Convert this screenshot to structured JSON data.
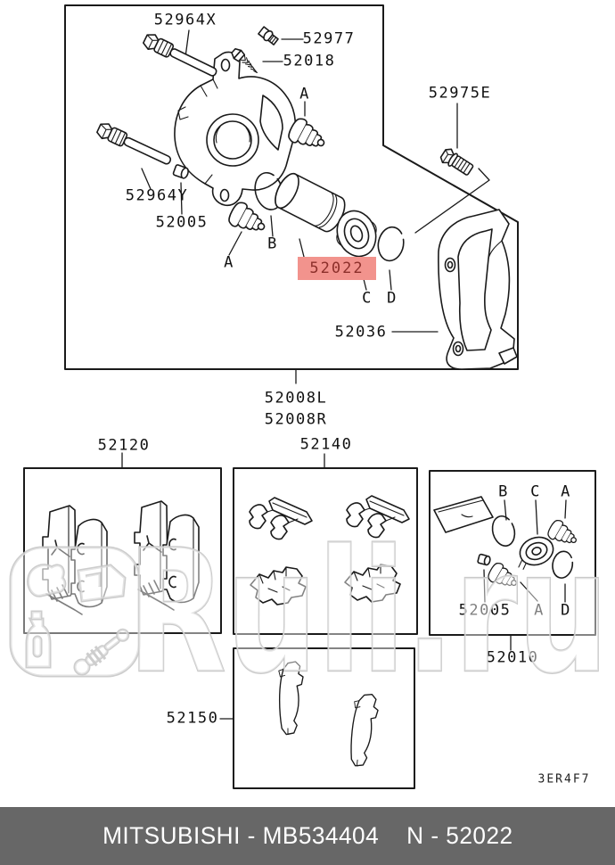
{
  "watermark": {
    "text": "Ruli.ru"
  },
  "drawing_code": "3ER4F7",
  "footer": {
    "text": "MITSUBISHI - MB534404    N - 52022",
    "bg_color": "#676767",
    "text_color": "#ffffff"
  },
  "highlight": {
    "part_number": "52022",
    "bg_color": "#f2938d",
    "text_color": "#8c2f2a"
  },
  "main_assembly": {
    "callouts": {
      "guide_pin_upper": "52964X",
      "bleeder_screw_cap": "52977",
      "bleeder_screw": "52018",
      "guide_pin_boot_upper": "A",
      "carrier_bolt": "52975E",
      "guide_pin_lower": "52964Y",
      "cap": "52005",
      "guide_pin_boot_lower": "A",
      "piston_seal": "B",
      "piston_boot": "C",
      "snap_ring": "D",
      "carrier_bracket": "52036",
      "caliper_left": "52008L",
      "caliper_right": "52008R"
    }
  },
  "kits": {
    "pad_kit": "52120",
    "hardware_kit": "52140",
    "shim_kit": "52150",
    "repair_kit": {
      "label": "52010",
      "callouts": {
        "piston_seal": "B",
        "piston_boot": "C",
        "pin_boot_top": "A",
        "cap": "52005",
        "pin_boot_bottom": "A",
        "snap_ring": "D"
      }
    }
  }
}
